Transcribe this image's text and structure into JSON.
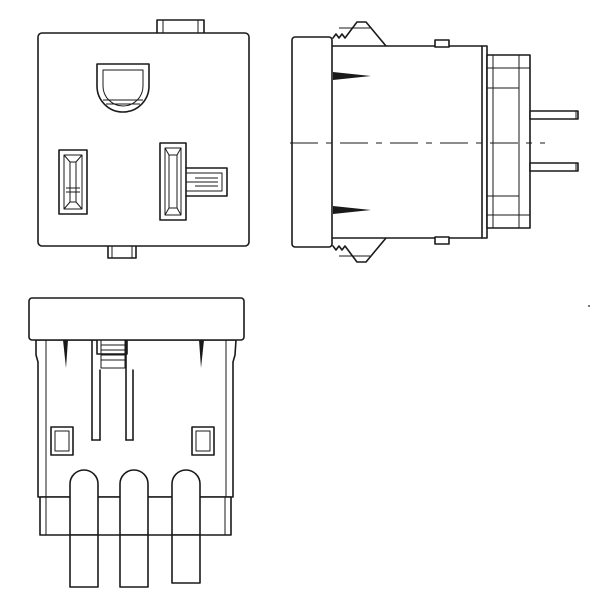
{
  "colors": {
    "line": "#1a1a1a",
    "background": "#ffffff",
    "body_shade": "#f4f4f4"
  },
  "views": [
    {
      "name": "front-view"
    },
    {
      "name": "side-view"
    },
    {
      "name": "bottom-view"
    }
  ]
}
